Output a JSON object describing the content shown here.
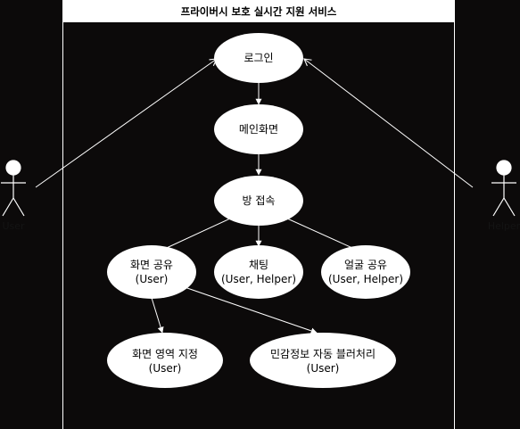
{
  "system": {
    "title": "프라이버시 보호 실시간 지원 서비스"
  },
  "actors": {
    "user": "User",
    "helper": "Helper"
  },
  "use_cases": {
    "login": [
      "로그인"
    ],
    "main": [
      "메인화면"
    ],
    "room": [
      "방 접속"
    ],
    "screen_share": [
      "화면 공유",
      "(User)"
    ],
    "chat": [
      "채팅",
      "(User, Helper)"
    ],
    "face_share": [
      "얼굴 공유",
      "(User, Helper)"
    ],
    "area_select": [
      "화면 영역 지정",
      "(User)"
    ],
    "auto_blur": [
      "민감정보 자동 블러처리",
      "(User)"
    ]
  },
  "colors": {
    "background": "#0c0a0a",
    "boundary": "#ffffff",
    "ellipse": "#ffffff",
    "line": "#ffffff",
    "actor": "#ffffff"
  }
}
